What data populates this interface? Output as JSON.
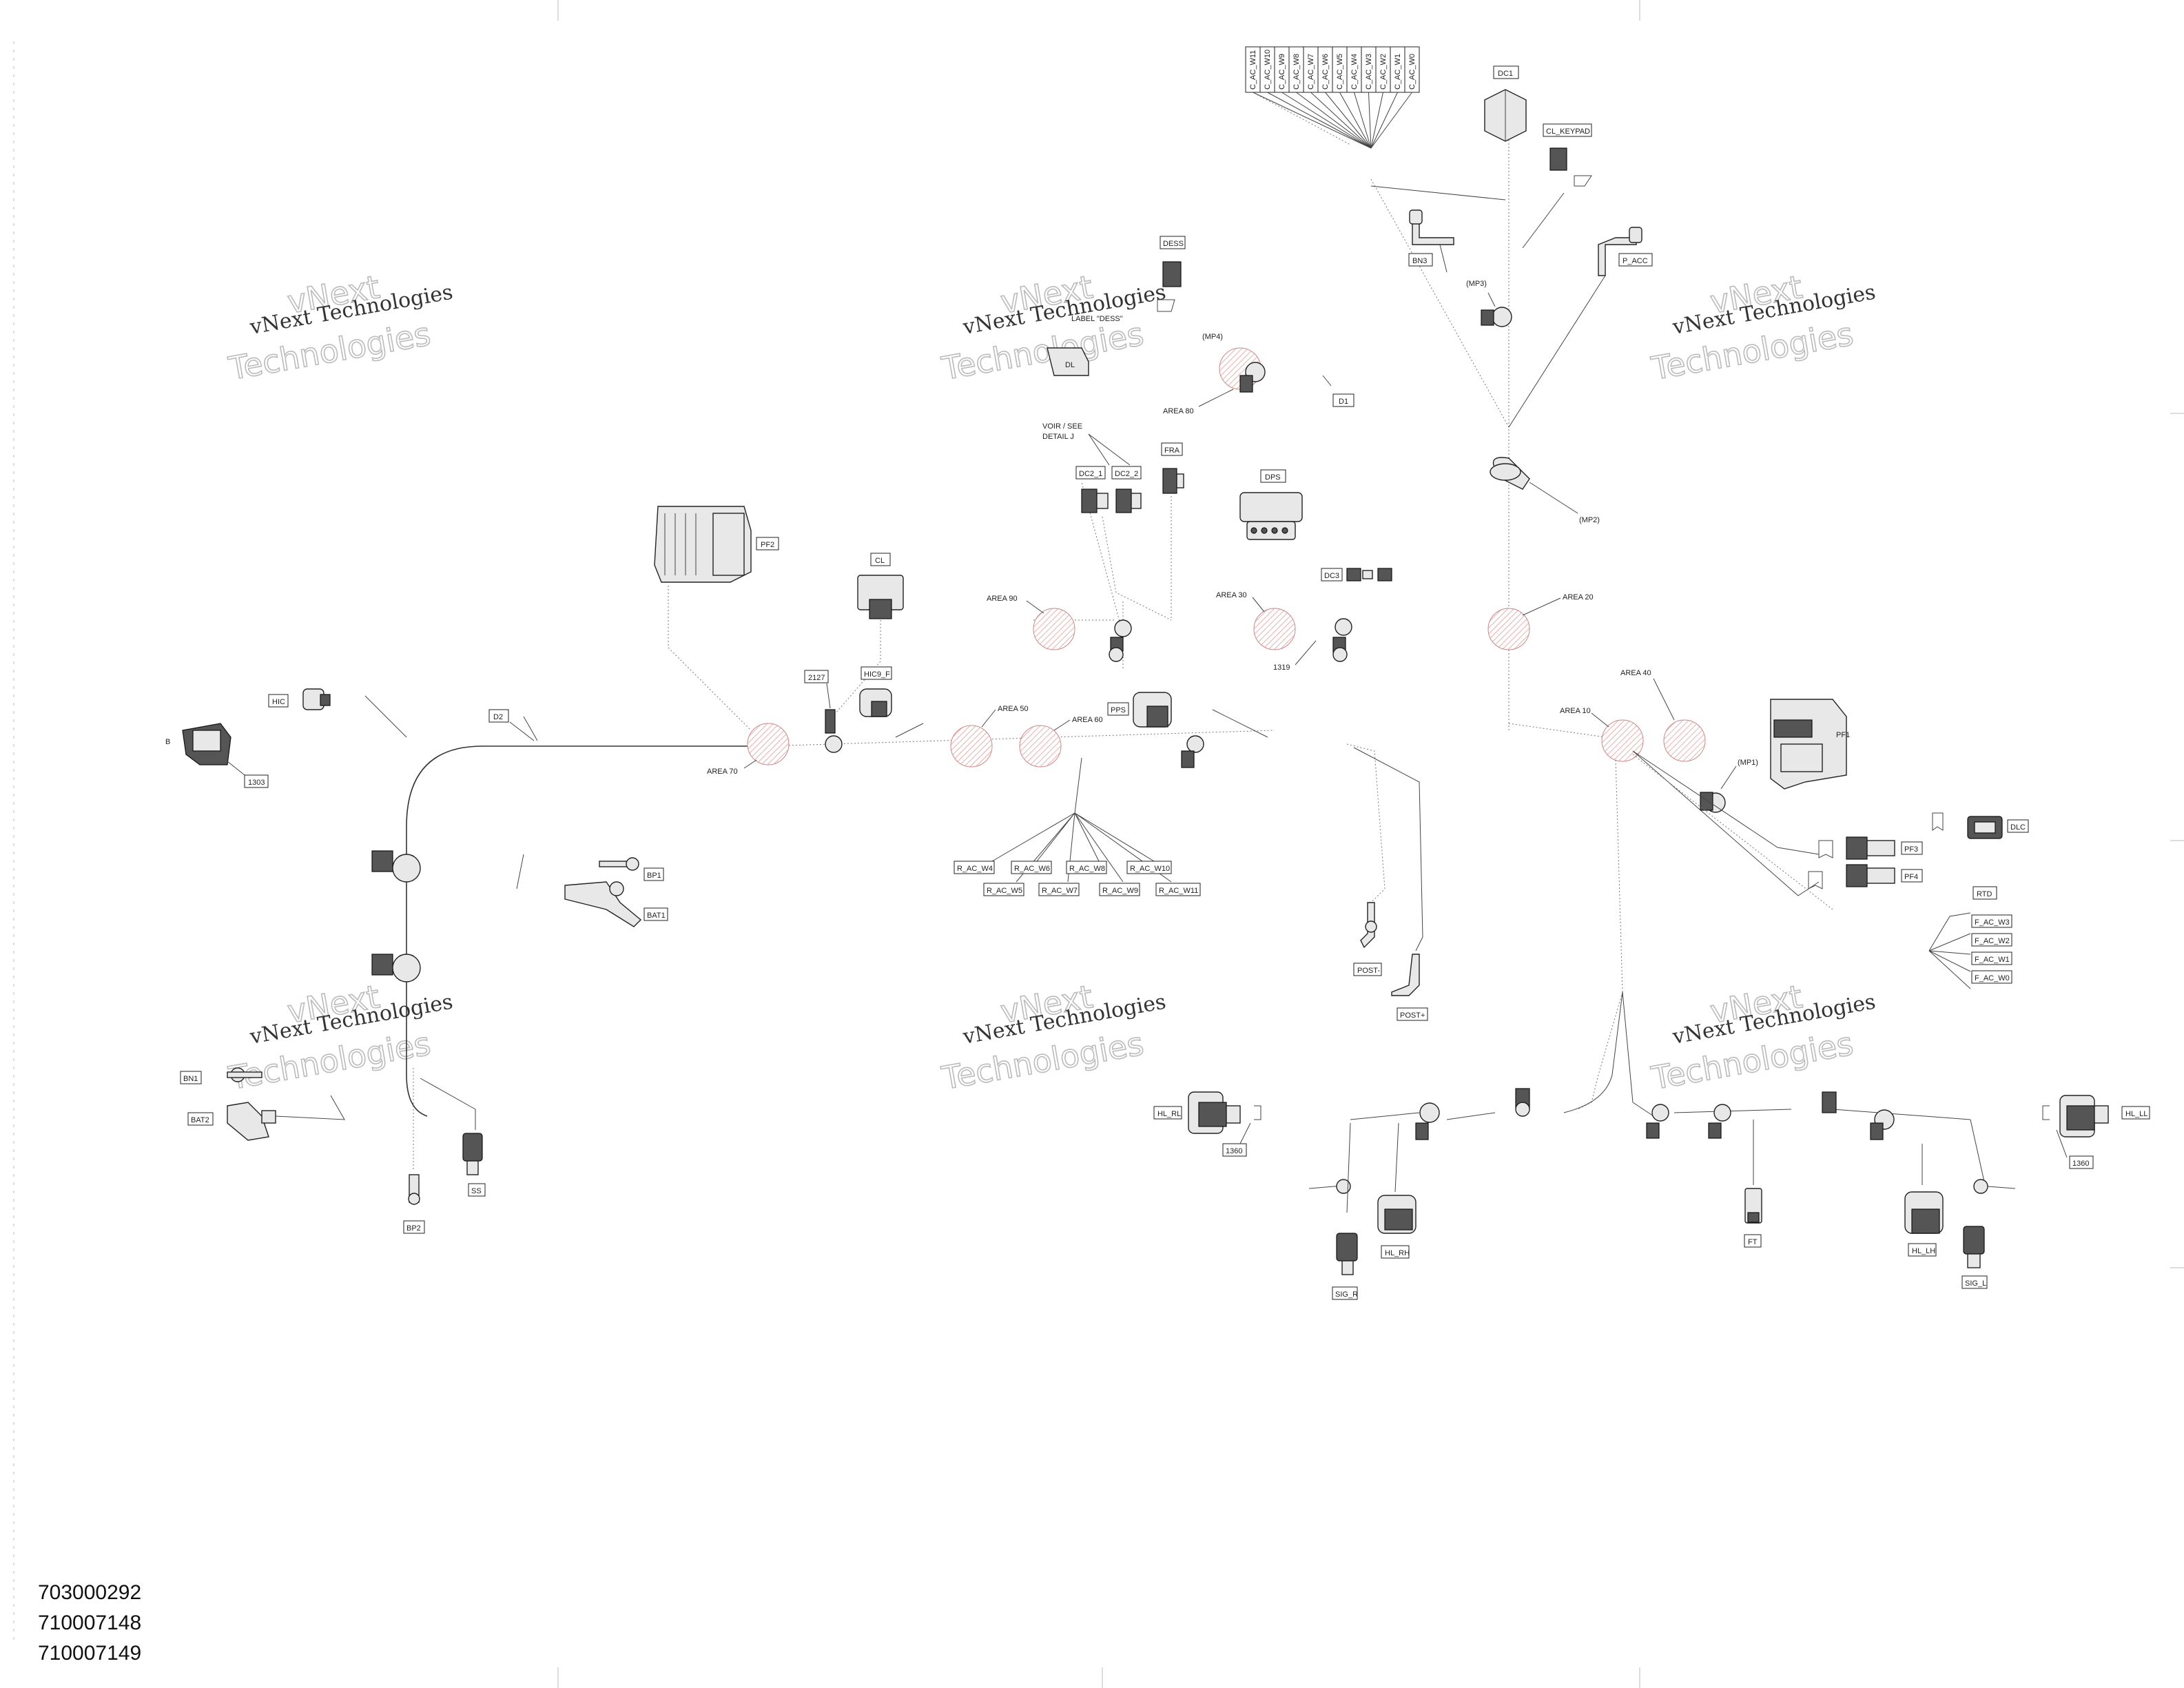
{
  "part_numbers": [
    "703000292",
    "710007148",
    "710007149"
  ],
  "watermark": {
    "line1": "vNext Technologies",
    "line2": "vNext",
    "line3": "Technologies"
  },
  "labels": {
    "dc1": "DC1",
    "cl_keypad": "CL_KEYPAD",
    "bn3": "BN3",
    "mp3": "(MP3)",
    "p_acc": "P_ACC",
    "mp2": "(MP2)",
    "dess": "DESS",
    "label_dess": "LABEL \"DESS\"",
    "mp4": "(MP4)",
    "dl": "DL",
    "area80": "AREA 80",
    "d1": "D1",
    "voir_see": "VOIR / SEE",
    "detail_j": "DETAIL J",
    "dc2_1": "DC2_1",
    "dc2_2": "DC2_2",
    "fra": "FRA",
    "dps": "DPS",
    "pf2": "PF2",
    "cl": "CL",
    "area90": "AREA 90",
    "area30": "AREA 30",
    "dc3": "DC3",
    "area20": "AREA 20",
    "n1319": "1319",
    "area40": "AREA 40",
    "area10": "AREA 10",
    "pf1": "PF1",
    "mp1": "(MP1)",
    "pf3": "PF3",
    "pf4": "PF4",
    "dlc": "DLC",
    "rtd": "RTD",
    "hic": "HIC",
    "b": "B",
    "n1303": "1303",
    "d2": "D2",
    "n2127": "2127",
    "hic9_f": "HIC9_F",
    "area70": "AREA 70",
    "area50": "AREA 50",
    "area60": "AREA 60",
    "pps": "PPS",
    "bp1": "BP1",
    "bat1": "BAT1",
    "post_minus": "POST-",
    "post_plus": "POST+",
    "bn1": "BN1",
    "bat2": "BAT2",
    "ss": "SS",
    "bp2": "BP2",
    "hl_rl": "HL_RL",
    "n1360a": "1360",
    "hl_rh": "HL_RH",
    "sig_r": "SIG_R",
    "ft": "FT",
    "hl_lh": "HL_LH",
    "sig_l": "SIG_L",
    "hl_ll": "HL_LL",
    "n1360b": "1360"
  },
  "c_ac_wires": [
    "C_AC_W11",
    "C_AC_W10",
    "C_AC_W9",
    "C_AC_W8",
    "C_AC_W7",
    "C_AC_W6",
    "C_AC_W5",
    "C_AC_W4",
    "C_AC_W3",
    "C_AC_W2",
    "C_AC_W1",
    "C_AC_W0"
  ],
  "r_ac_wires": [
    "R_AC_W4",
    "R_AC_W5",
    "R_AC_W6",
    "R_AC_W7",
    "R_AC_W8",
    "R_AC_W9",
    "R_AC_W10",
    "R_AC_W11"
  ],
  "f_ac_wires": [
    "F_AC_W3",
    "F_AC_W2",
    "F_AC_W1",
    "F_AC_W0"
  ]
}
